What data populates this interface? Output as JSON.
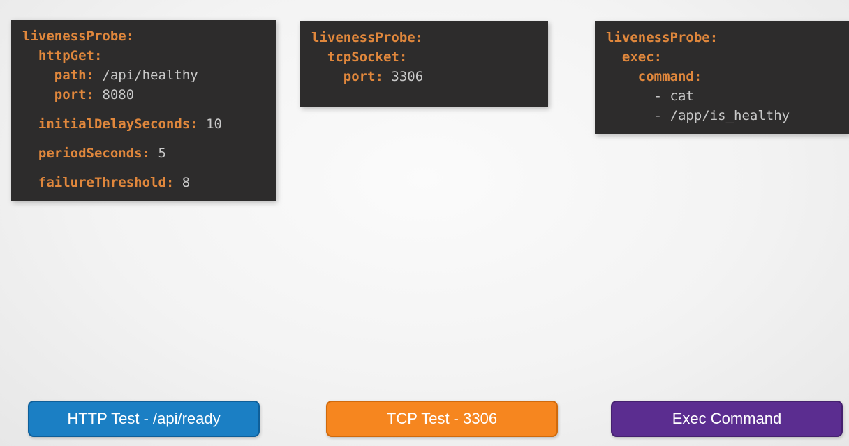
{
  "colors": {
    "code_background": "#2d2c2c",
    "code_key": "#e0873c",
    "code_value": "#c9c9c9",
    "code_plain": "#c9c9c9",
    "button_text": "#ffffff"
  },
  "code_blocks": [
    {
      "name": "http-liveness-probe",
      "lines": [
        [
          {
            "t": "key",
            "s": "livenessProbe:"
          }
        ],
        [
          {
            "t": "plain",
            "s": "  "
          },
          {
            "t": "key",
            "s": "httpGet:"
          }
        ],
        [
          {
            "t": "plain",
            "s": "    "
          },
          {
            "t": "key",
            "s": "path:"
          },
          {
            "t": "val",
            "s": " /api/healthy"
          }
        ],
        [
          {
            "t": "plain",
            "s": "    "
          },
          {
            "t": "key",
            "s": "port:"
          },
          {
            "t": "val",
            "s": " 8080"
          }
        ],
        [],
        [
          {
            "t": "plain",
            "s": "  "
          },
          {
            "t": "key",
            "s": "initialDelaySeconds:"
          },
          {
            "t": "val",
            "s": " 10"
          }
        ],
        [],
        [
          {
            "t": "plain",
            "s": "  "
          },
          {
            "t": "key",
            "s": "periodSeconds:"
          },
          {
            "t": "val",
            "s": " 5"
          }
        ],
        [],
        [
          {
            "t": "plain",
            "s": "  "
          },
          {
            "t": "key",
            "s": "failureThreshold:"
          },
          {
            "t": "val",
            "s": " 8"
          }
        ]
      ]
    },
    {
      "name": "tcp-liveness-probe",
      "lines": [
        [
          {
            "t": "key",
            "s": "livenessProbe:"
          }
        ],
        [
          {
            "t": "plain",
            "s": "  "
          },
          {
            "t": "key",
            "s": "tcpSocket:"
          }
        ],
        [
          {
            "t": "plain",
            "s": "    "
          },
          {
            "t": "key",
            "s": "port:"
          },
          {
            "t": "val",
            "s": " 3306"
          }
        ]
      ]
    },
    {
      "name": "exec-liveness-probe",
      "lines": [
        [
          {
            "t": "key",
            "s": "livenessProbe:"
          }
        ],
        [
          {
            "t": "plain",
            "s": "  "
          },
          {
            "t": "key",
            "s": "exec:"
          }
        ],
        [
          {
            "t": "plain",
            "s": "    "
          },
          {
            "t": "key",
            "s": "command:"
          }
        ],
        [
          {
            "t": "val",
            "s": "      - cat"
          }
        ],
        [
          {
            "t": "val",
            "s": "      - /app/is_healthy"
          }
        ]
      ]
    }
  ],
  "buttons": [
    {
      "label": "HTTP Test - /api/ready",
      "color": "#1b7fc4",
      "border": "#0f5f99"
    },
    {
      "label": "TCP Test - 3306",
      "color": "#f6861f",
      "border": "#d06a0c"
    },
    {
      "label": "Exec Command",
      "color": "#5b2d90",
      "border": "#45216f"
    }
  ]
}
